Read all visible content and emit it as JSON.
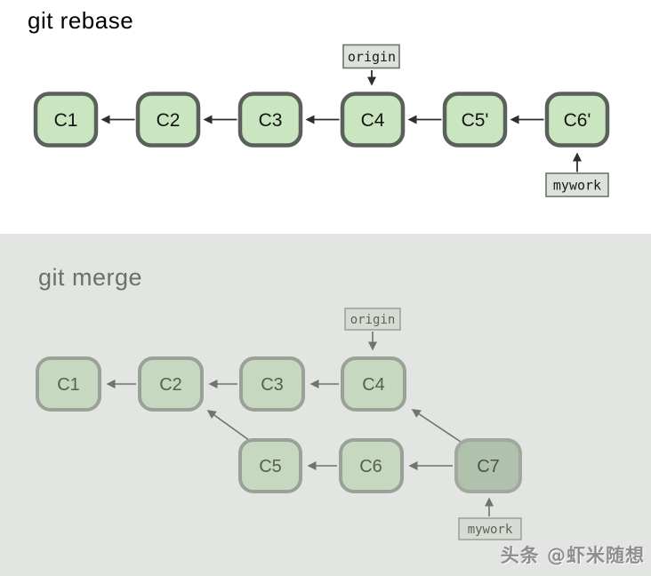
{
  "rebase": {
    "title": "git rebase",
    "refs": {
      "origin": "origin",
      "mywork": "mywork"
    },
    "nodes": [
      {
        "label": "C1"
      },
      {
        "label": "C2"
      },
      {
        "label": "C3"
      },
      {
        "label": "C4"
      },
      {
        "label": "C5'"
      },
      {
        "label": "C6'"
      }
    ],
    "colors": {
      "node_fill": "#c9e6c1",
      "node_border": "#5a605a",
      "arrow": "#2e2e2e",
      "ref_fill": "#dee2dd",
      "ref_border": "#6e736e"
    }
  },
  "merge": {
    "title": "git merge",
    "refs": {
      "origin": "origin",
      "mywork": "mywork"
    },
    "main_nodes": [
      {
        "label": "C1"
      },
      {
        "label": "C2"
      },
      {
        "label": "C3"
      },
      {
        "label": "C4"
      }
    ],
    "branch_nodes": [
      {
        "label": "C5"
      },
      {
        "label": "C6"
      },
      {
        "label": "C7"
      }
    ],
    "merge_commit_label": "C7",
    "colors": {
      "background": "#e3e5e2",
      "node_fill": "#c6d8bf",
      "node_border": "#9aa199",
      "merge_node_fill": "#b0c2ab",
      "merge_node_border": "#a2a8a0",
      "arrow": "#6e756e",
      "ref_fill": "#d6dcd3",
      "ref_border": "#9aa098",
      "title_color": "#6b706b"
    }
  },
  "watermark": {
    "text": "头条 @虾米随想"
  }
}
